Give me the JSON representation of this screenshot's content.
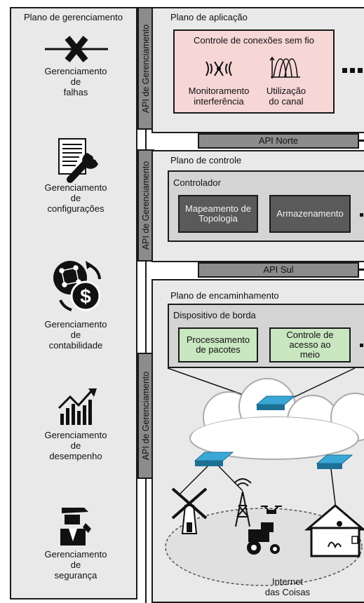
{
  "management_plane": {
    "title": "Plano de gerenciamento",
    "items": [
      {
        "label": [
          "Gerenciamento",
          "de",
          "falhas"
        ],
        "icon": "fault-x-icon"
      },
      {
        "label": [
          "Gerenciamento",
          "de",
          "configurações"
        ],
        "icon": "document-wrench-icon"
      },
      {
        "label": [
          "Gerenciamento",
          "de",
          "contabilidade"
        ],
        "icon": "network-dollar-icon"
      },
      {
        "label": [
          "Gerenciamento",
          "de",
          "desempenho"
        ],
        "icon": "bar-chart-trend-icon"
      },
      {
        "label": [
          "Gerenciamento",
          "de",
          "segurança"
        ],
        "icon": "security-guard-icon"
      }
    ]
  },
  "management_api": {
    "label": "API de Gerenciamento"
  },
  "application_plane": {
    "title": "Plano de aplicação",
    "wireless_box": {
      "title": "Controle de conexões sem fio",
      "monitoring": [
        "Monitoramento",
        "interferência"
      ],
      "utilization": [
        "Utilização",
        "do canal"
      ]
    }
  },
  "north_api": {
    "label": "API Norte"
  },
  "control_plane": {
    "title": "Plano de controle",
    "controller": {
      "title": "Controlador",
      "topology": [
        "Mapeamento de",
        "Topologia"
      ],
      "storage": "Armazenamento"
    }
  },
  "south_api": {
    "label": "API Sul"
  },
  "forwarding_plane": {
    "title": "Plano de encaminhamento",
    "edge_device": {
      "title": "Dispositivo de borda",
      "packet_processing": [
        "Processamento",
        "de pacotes"
      ],
      "medium_access": [
        "Controle de",
        "acesso ao",
        "meio"
      ]
    },
    "iot": [
      "Internet",
      "das Coisas"
    ]
  },
  "colors": {
    "pink": "#f7d6d6",
    "green": "#c9e7c0",
    "dark_box": "#5a5a5a",
    "panel": "#e9e9e9",
    "api": "#8c8c8c",
    "switch": "#3aa7d6"
  }
}
